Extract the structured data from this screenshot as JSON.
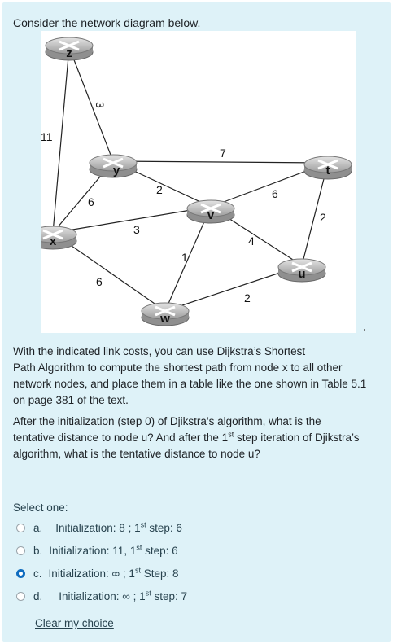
{
  "question": {
    "intro": "Consider the network diagram below.",
    "para1_lines": [
      "With the indicated link costs, you can use Dijkstra’s Shortest",
      "Path Algorithm to compute the shortest path from node x to all other",
      "network nodes, and place them in a table like the one shown in Table 5.1",
      "on page 381 of the text."
    ],
    "para2_a": "After the initialization (step 0) of Djikstra’s algorithm, what is the",
    "para2_b1": "tentative distance to node u? And after the 1",
    "para2_b_sup": "st",
    "para2_b2": " step iteration of Djikstra’s",
    "para2_c": "algorithm, what is the tentative distance to node u?"
  },
  "diagram": {
    "nodes": [
      "z",
      "y",
      "t",
      "v",
      "x",
      "u",
      "w"
    ],
    "link_costs": [
      "11",
      "3",
      "7",
      "6",
      "2",
      "6",
      "2",
      "3",
      "4",
      "1",
      "6",
      "2"
    ]
  },
  "select_label": "Select one:",
  "options": [
    {
      "letter": "a.",
      "pre": "Initialization: 8 ;  1",
      "sup": "st",
      "post": " step: 6",
      "checked": false
    },
    {
      "letter": "b.",
      "pre": "Initialization: 11,  1",
      "sup": "st",
      "post": " step: 6",
      "checked": false
    },
    {
      "letter": "c.",
      "pre": "Initialization: ∞ ;  1",
      "sup": "st",
      "post": " Step: 8",
      "checked": true
    },
    {
      "letter": "d.",
      "pre": "Initialization: ∞  ; 1",
      "sup": "st",
      "post": " step: 7",
      "checked": false
    }
  ],
  "clear_label": "Clear my choice",
  "colors": {
    "panel": "#def2f8",
    "accent": "#0f6cbf",
    "text_option": "#27424e"
  }
}
